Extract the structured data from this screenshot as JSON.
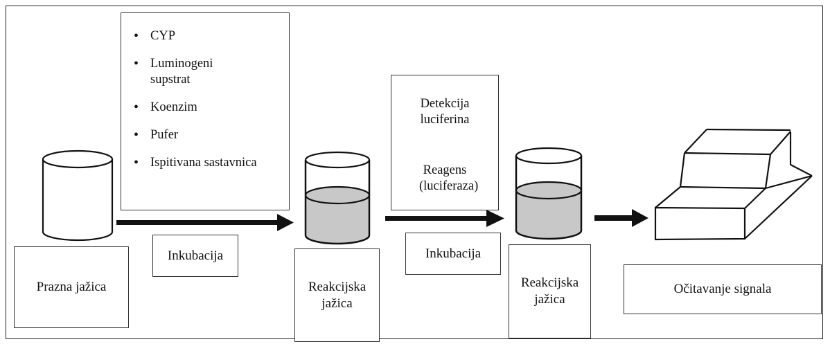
{
  "steps": {
    "empty_well": {
      "label": "Prazna jažica"
    },
    "reagents": {
      "items": [
        "CYP",
        "Luminogeni supstrat",
        "Koenzim",
        "Pufer",
        "Ispitivana sastavnica"
      ]
    },
    "incubation_1": {
      "label": "Inkubacija"
    },
    "reaction_well_1": {
      "label": "Reakcijska jažica"
    },
    "detection": {
      "title": "Detekcija luciferina",
      "reagent": "Reagens (luciferaza)"
    },
    "incubation_2": {
      "label": "Inkubacija"
    },
    "reaction_well_2": {
      "label": "Reakcijska jažica"
    },
    "signal_reading": {
      "label": "Očitavanje signala"
    }
  },
  "colors": {
    "line": "#111111",
    "liquid": "#c8c8c8",
    "box_border": "#333333"
  }
}
